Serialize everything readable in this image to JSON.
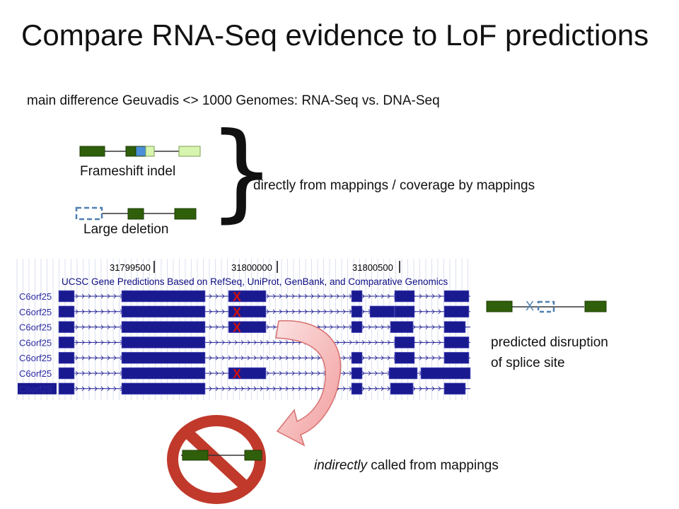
{
  "title": "Compare RNA-Seq evidence to LoF predictions",
  "subtitle": "main difference Geuvadis <> 1000 Genomes: RNA-Seq vs. DNA-Seq",
  "frameshift_label": "Frameshift indel",
  "large_deletion_label": "Large deletion",
  "direct_label": "directly from mappings / coverage by mappings",
  "splice_label_line1": "predicted disruption",
  "splice_label_line2": "of splice site",
  "splice_x": "X",
  "indirect_em": "indirectly",
  "indirect_rest": " called from mappings",
  "browser": {
    "coords": [
      "31799500",
      "31800000",
      "31800500"
    ],
    "track_title": "UCSC Gene Predictions Based on RefSeq, UniProt, GenBank, and Comparative Genomics",
    "gene_label": "C6orf25",
    "row_count": 7,
    "x_mark": "X",
    "x_rows": [
      0,
      1,
      2,
      5
    ]
  },
  "colors": {
    "exon_dark": "#2f5f0a",
    "exon_light": "#d8f5b0",
    "exon_blue": "#4a8fd8",
    "deletion_dash": "#4f7fb0",
    "gene_blue": "#1a1a90",
    "x_red": "#d01010",
    "prohibit_red": "#c0392b",
    "arrow_pink": "#f4b6b6"
  }
}
